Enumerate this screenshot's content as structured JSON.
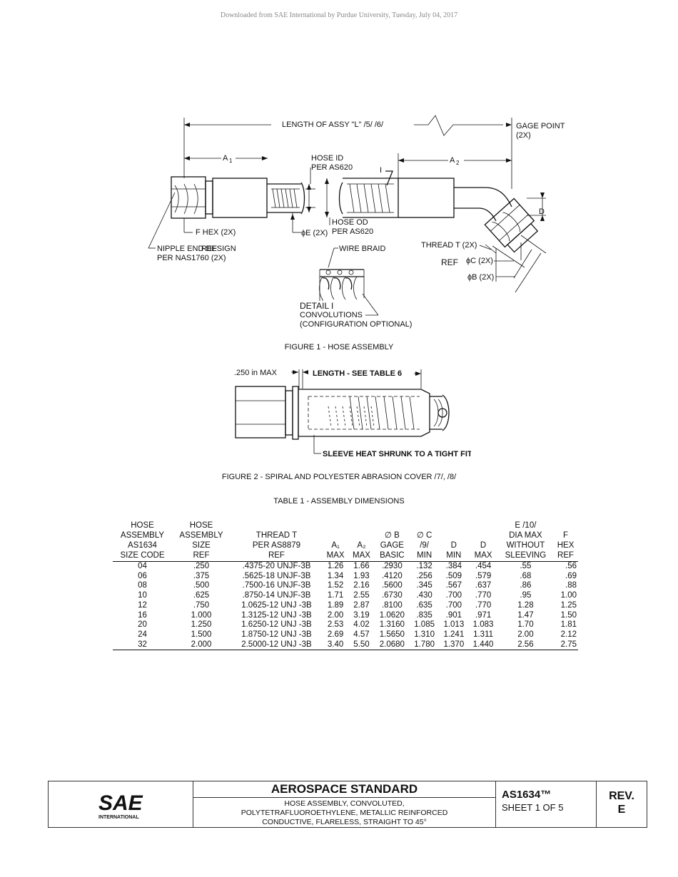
{
  "header": {
    "download_note": "Downloaded from SAE International by Purdue University, Tuesday, July 04, 2017"
  },
  "figure1": {
    "caption": "FIGURE 1 - HOSE ASSEMBLY",
    "labels": {
      "length": "LENGTH OF ASSY \"L\" /5/ /6/",
      "gage_point": "GAGE POINT",
      "gage_point_2x": "(2X)",
      "a1": "A",
      "a1_sub": "1",
      "a2": "A",
      "a2_sub": "2",
      "hose_id_1": "HOSE ID",
      "hose_id_2": "PER AS620",
      "detail_marker": "I",
      "d": "D",
      "hose_od_1": "HOSE OD",
      "hose_od_2": "PER AS620",
      "f_hex": "F HEX (2X)",
      "e_dia": "ϕE (2X)",
      "nipple_1": "NIPPLE END DESIGN",
      "nipple_2": "PER NAS1760 (2X)",
      "nipple_ref": "REF",
      "thread_t": "THREAD T (2X)",
      "wire_braid": "WIRE BRAID",
      "ref2": "REF",
      "c_dia": "ϕC (2X)",
      "b_dia": "ϕB (2X)",
      "detail_1": "DETAIL I",
      "detail_2": "CONVOLUTIONS",
      "detail_3": "(CONFIGURATION OPTIONAL)"
    }
  },
  "figure2": {
    "caption": "FIGURE 2 - SPIRAL AND POLYESTER ABRASION COVER /7/, /8/",
    "labels": {
      "max": ".250 in MAX",
      "length": "LENGTH - SEE TABLE 6",
      "sleeve": "SLEEVE HEAT SHRUNK TO A TIGHT FIT"
    }
  },
  "table1": {
    "caption": "TABLE 1 - ASSEMBLY DIMENSIONS",
    "headers": [
      [
        "HOSE",
        "ASSEMBLY",
        "AS1634",
        "SIZE CODE"
      ],
      [
        "HOSE",
        "ASSEMBLY",
        "SIZE",
        "REF"
      ],
      [
        "",
        "THREAD T",
        "PER AS8879",
        "REF"
      ],
      [
        "",
        "",
        "A₁",
        "MAX"
      ],
      [
        "",
        "",
        "A₂",
        "MAX"
      ],
      [
        "",
        "∅ B",
        "GAGE",
        "BASIC"
      ],
      [
        "",
        "∅ C",
        "/9/",
        "MIN"
      ],
      [
        "",
        "",
        "D",
        "MIN"
      ],
      [
        "",
        "",
        "D",
        "MAX"
      ],
      [
        "E /10/",
        "DIA MAX",
        "WITHOUT",
        "SLEEVING"
      ],
      [
        "",
        "F",
        "HEX",
        "REF"
      ]
    ],
    "rows": [
      [
        "04",
        ".250",
        ".4375-20 UNJF-3B",
        "1.26",
        "1.66",
        ".2930",
        ".132",
        ".384",
        ".454",
        ".55",
        ".56"
      ],
      [
        "06",
        ".375",
        ".5625-18 UNJF-3B",
        "1.34",
        "1.93",
        ".4120",
        ".256",
        ".509",
        ".579",
        ".68",
        ".69"
      ],
      [
        "08",
        ".500",
        ".7500-16 UNJF-3B",
        "1.52",
        "2.16",
        ".5600",
        ".345",
        ".567",
        ".637",
        ".86",
        ".88"
      ],
      [
        "10",
        ".625",
        ".8750-14 UNJF-3B",
        "1.71",
        "2.55",
        ".6730",
        ".430",
        ".700",
        ".770",
        ".95",
        "1.00"
      ],
      [
        "12",
        ".750",
        "1.0625-12 UNJ -3B",
        "1.89",
        "2.87",
        ".8100",
        ".635",
        ".700",
        ".770",
        "1.28",
        "1.25"
      ],
      [
        "16",
        "1.000",
        "1.3125-12 UNJ -3B",
        "2.00",
        "3.19",
        "1.0620",
        ".835",
        ".901",
        ".971",
        "1.47",
        "1.50"
      ],
      [
        "20",
        "1.250",
        "1.6250-12 UNJ -3B",
        "2.53",
        "4.02",
        "1.3160",
        "1.085",
        "1.013",
        "1.083",
        "1.70",
        "1.81"
      ],
      [
        "24",
        "1.500",
        "1.8750-12 UNJ -3B",
        "2.69",
        "4.57",
        "1.5650",
        "1.310",
        "1.241",
        "1.311",
        "2.00",
        "2.12"
      ],
      [
        "32",
        "2.000",
        "2.5000-12 UNJ -3B",
        "3.40",
        "5.50",
        "2.0680",
        "1.780",
        "1.370",
        "1.440",
        "2.56",
        "2.75"
      ]
    ]
  },
  "title_block": {
    "logo_text": "SAE",
    "logo_sub": "INTERNATIONAL",
    "logo_color": "#1a73c4",
    "standard": "AEROSPACE STANDARD",
    "subtitle_1": "HOSE ASSEMBLY, CONVOLUTED,",
    "subtitle_2": "POLYTETRAFLUOROETHYLENE, METALLIC REINFORCED",
    "subtitle_3": "CONDUCTIVE, FLARELESS, STRAIGHT TO 45°",
    "doc_number": "AS1634™",
    "sheet": "SHEET 1 OF 5",
    "rev_label": "REV.",
    "rev_value": "E"
  }
}
